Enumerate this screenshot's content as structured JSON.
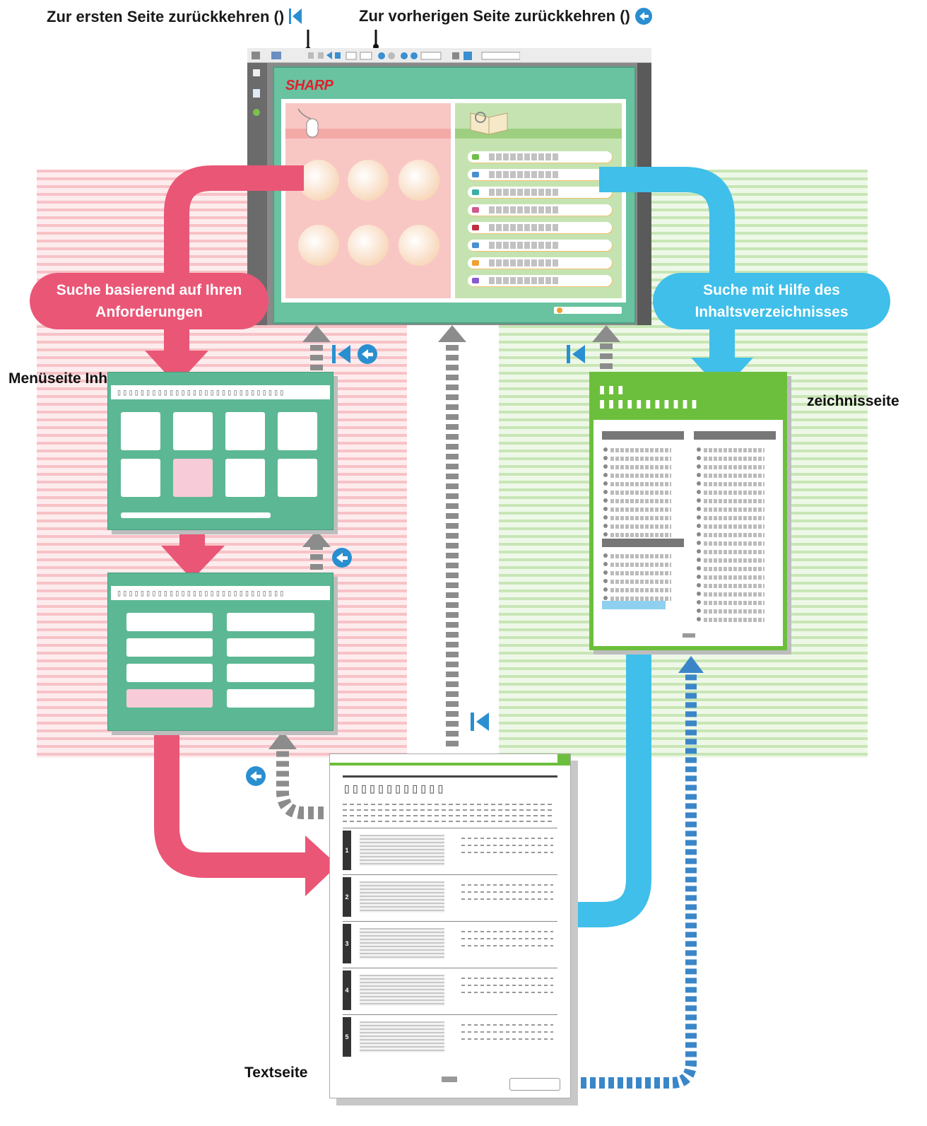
{
  "labels": {
    "first_page": "Zur ersten Seite zurückkehren (",
    "first_page_close": ")",
    "prev_page": "Zur vorherigen Seite zurückkehren (",
    "prev_page_close": ")",
    "search_requirements": "Suche basierend auf Ihren Anforderungen",
    "search_toc": "Suche mit Hilfe des Inhaltsverzeichnisses",
    "menu_page": "Menüseite Inhaltsver-",
    "toc_page": "zeichnisseite",
    "text_page": "Textseite"
  },
  "brand": "SHARP",
  "section_numbers": [
    "1",
    "2",
    "3",
    "4",
    "5"
  ],
  "colors": {
    "pink_arrow": "#ea5676",
    "blue_arrow": "#3fbfea",
    "green": "#6cbf3c",
    "teal": "#5cb894",
    "gray_arrow": "#8c8c8c",
    "dotted_blue": "#3a86c8"
  },
  "icons": [
    "first-page-icon",
    "previous-page-icon"
  ]
}
